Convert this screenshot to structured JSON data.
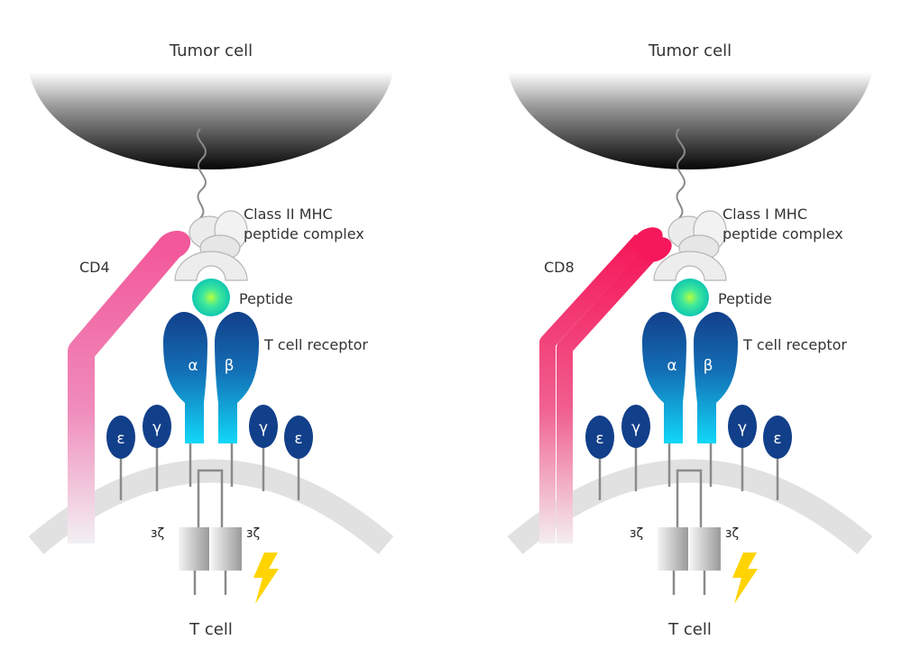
{
  "panels": [
    {
      "tumor_label": "Tumor cell",
      "coreceptor_label": "CD4",
      "mhc_label_line1": "Class II MHC",
      "mhc_label_line2": "peptide complex",
      "peptide_label": "Peptide",
      "tcr_label": "T cell receptor",
      "alpha": "α",
      "beta": "β",
      "epsilon": "ε",
      "gamma": "γ",
      "zeta": "ζ",
      "zeta_prefix": "ɜ",
      "tcell_label": "T cell"
    },
    {
      "tumor_label": "Tumor cell",
      "coreceptor_label": "CD8",
      "mhc_label_line1": "Class I MHC",
      "mhc_label_line2": "peptide complex",
      "peptide_label": "Peptide",
      "tcr_label": "T cell receptor",
      "alpha": "α",
      "beta": "β",
      "epsilon": "ε",
      "gamma": "γ",
      "zeta": "ζ",
      "zeta_prefix": "ɜ",
      "tcell_label": "T cell"
    }
  ],
  "colors": {
    "cd4": "#f0609a",
    "cd8": "#f0185a",
    "tcr_top": "#123f8a",
    "tcr_bottom": "#12d2f5",
    "cd3": "#123f8a",
    "bolt": "#ffd400",
    "membrane": "#e0e0e0"
  }
}
